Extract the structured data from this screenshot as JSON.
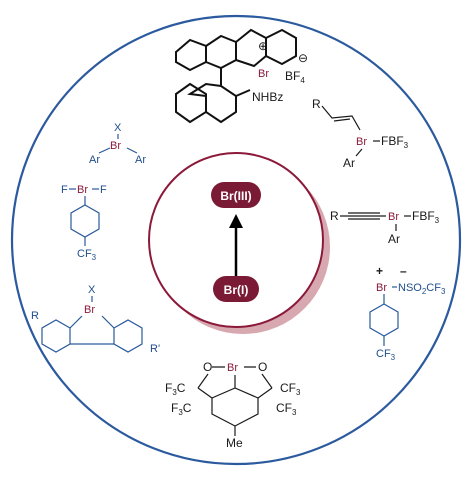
{
  "colors": {
    "outer_ring": "#2b5a9e",
    "inner_ring": "#8b1a3a",
    "pill": "#7a1a35",
    "shadow": "#d8a8b0",
    "text_blue": "#1f4e8c",
    "text_br": "#8b1a3a"
  },
  "center": {
    "top_pill": "Br(III)",
    "bottom_pill": "Br(I)"
  },
  "top_molecule": {
    "atom_br": "Br",
    "plus": "⊕",
    "minus": "⊖",
    "bf4": "BF",
    "bf4_sub": "4",
    "nhbz": "NHBz"
  },
  "diaryl": {
    "x": "X",
    "br": "Br",
    "ar_left": "Ar",
    "ar_right": "Ar"
  },
  "difluoro": {
    "f_left": "F",
    "br": "Br",
    "f_right": "F",
    "cf3": "CF",
    "cf3_sub": "3"
  },
  "cyclic": {
    "x": "X",
    "br": "Br",
    "r": "R",
    "r_prime": "R'"
  },
  "vinyl": {
    "r": "R",
    "br": "Br",
    "fbf3": "FBF",
    "fbf3_sub": "3",
    "ar": "Ar"
  },
  "alkynyl": {
    "r": "R",
    "br": "Br",
    "fbf3": "FBF",
    "fbf3_sub": "3",
    "ar": "Ar"
  },
  "imido": {
    "plus": "+",
    "minus": "–",
    "br": "Br",
    "nso2": "NSO",
    "nso2_sub": "2",
    "cf": "CF",
    "cf_sub": "3",
    "cf3": "CF",
    "cf3_sub": "3"
  },
  "martin": {
    "o_left": "O",
    "br": "Br",
    "o_right": "O",
    "f3c_1": "F",
    "f3c_1_sub": "3",
    "f3c_1_end": "C",
    "cf3_1": "CF",
    "cf3_1_sub": "3",
    "f3c_2": "F",
    "f3c_2_sub": "3",
    "f3c_2_end": "C",
    "cf3_2": "CF",
    "cf3_2_sub": "3",
    "me": "Me"
  }
}
